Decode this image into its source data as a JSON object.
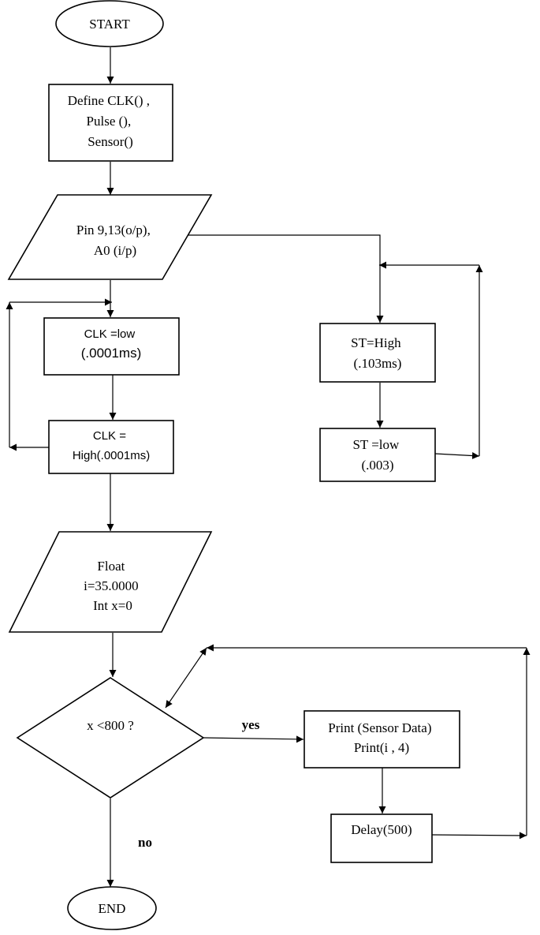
{
  "nodes": {
    "start": {
      "lines": [
        "START"
      ]
    },
    "define": {
      "lines": [
        "Define CLK() ,",
        "Pulse (),",
        "Sensor()"
      ]
    },
    "pins": {
      "lines": [
        "Pin 9,13(o/p),",
        "A0 (i/p)"
      ]
    },
    "clk_low": {
      "lines": [
        "CLK =low",
        "(.0001ms)"
      ]
    },
    "clk_high": {
      "lines": [
        "CLK =",
        "High(.0001ms)"
      ]
    },
    "st_high": {
      "lines": [
        "ST=High",
        "(.103ms)"
      ]
    },
    "st_low": {
      "lines": [
        "ST =low",
        "(.003)"
      ]
    },
    "float_init": {
      "lines": [
        "Float",
        "i=35.0000",
        "Int x=0"
      ]
    },
    "decision": {
      "lines": [
        "x <800 ?"
      ]
    },
    "print": {
      "lines": [
        "Print (Sensor Data)",
        "Print(i , 4)"
      ]
    },
    "delay": {
      "lines": [
        "Delay(500)"
      ]
    },
    "end": {
      "lines": [
        "END"
      ]
    }
  },
  "edge_labels": {
    "yes": "yes",
    "no": "no"
  }
}
